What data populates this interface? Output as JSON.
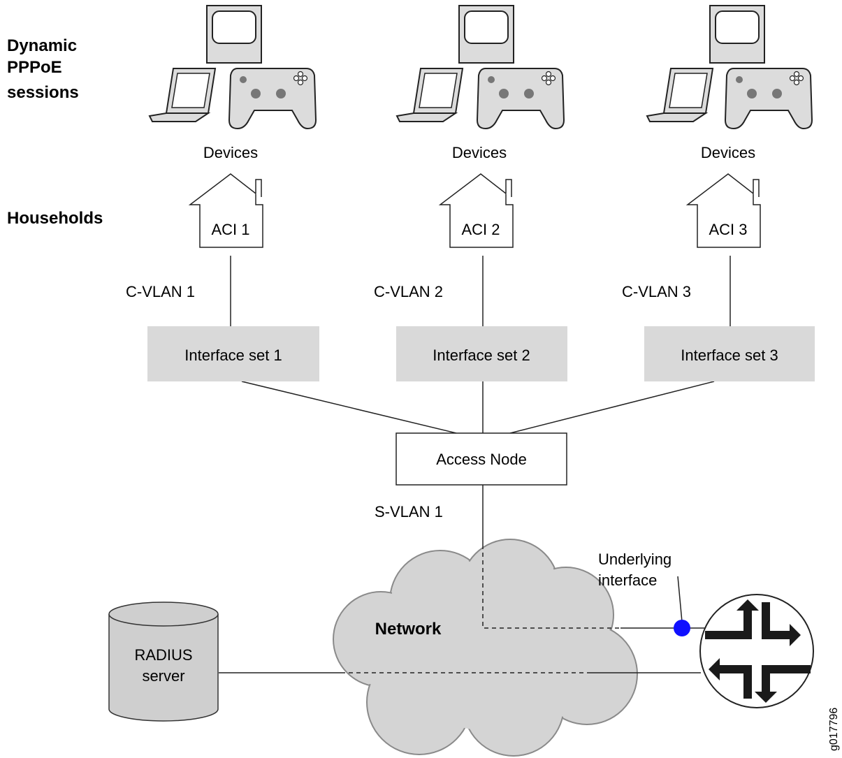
{
  "labels": {
    "sessions_line1": "Dynamic",
    "sessions_line2": "PPPoE",
    "sessions_line3": "sessions",
    "households": "Households",
    "underlying_line1": "Underlying",
    "underlying_line2": "interface",
    "network": "Network",
    "radius_line1": "RADIUS",
    "radius_line2": "server",
    "access_node": "Access Node",
    "svlan": "S-VLAN 1",
    "figure_id": "g017796"
  },
  "groups": [
    {
      "devices": "Devices",
      "aci": "ACI 1",
      "cvlan": "C-VLAN 1",
      "interface_set": "Interface set 1"
    },
    {
      "devices": "Devices",
      "aci": "ACI 2",
      "cvlan": "C-VLAN 2",
      "interface_set": "Interface set 2"
    },
    {
      "devices": "Devices",
      "aci": "ACI 3",
      "cvlan": "C-VLAN 3",
      "interface_set": "Interface set 3"
    }
  ],
  "colors": {
    "box_gray": "#d9d9d9",
    "device_gray": "#dcdcdc",
    "cloud_gray": "#d4d4d4",
    "radius_gray": "#cfcfcf",
    "interface_dot": "#1010ff"
  },
  "icons": [
    "monitor-icon",
    "laptop-icon",
    "gamepad-icon",
    "house-icon",
    "router-icon",
    "database-icon",
    "cloud-icon"
  ]
}
